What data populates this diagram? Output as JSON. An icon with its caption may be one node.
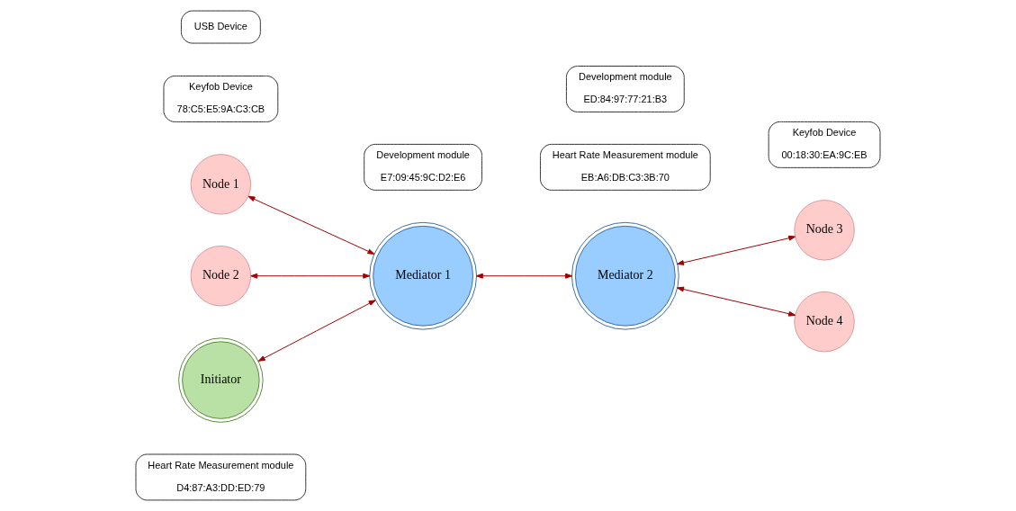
{
  "diagram": {
    "nodes": [
      {
        "text": [
          "Heart Rate Measurement module",
          "D4:87:A3:DD:ED:79"
        ]
      },
      {
        "text": [
          "Node 1"
        ]
      },
      {
        "text": [
          "Node 2"
        ]
      },
      {
        "text": [
          "Keyfob Device",
          "78:C5:E5:9A:C3:CB"
        ]
      },
      {
        "text": [
          "Keyfob Device",
          "00:18:30:EA:9C:EB"
        ]
      },
      {
        "text": [
          "Node 3"
        ]
      },
      {
        "text": [
          "Mediator 1"
        ]
      },
      {
        "text": [
          "Mediator 2"
        ]
      },
      {
        "text": [
          "Heart Rate Measurement module",
          "EB:A6:DB:C3:3B:70"
        ]
      },
      {
        "text": [
          "Node 4"
        ]
      },
      {
        "text": [
          "Development module",
          "E7:09:45:9C:D2:E6"
        ]
      },
      {
        "text": [
          "Development module",
          "ED:84:97:77:21:B3"
        ]
      },
      {
        "text": [
          "USB Device"
        ]
      },
      {
        "text": [
          "Initiator"
        ]
      }
    ],
    "edges": [
      {
        "from": 1,
        "to": 6,
        "arrow": "both"
      },
      {
        "from": 2,
        "to": 6,
        "arrow": "both"
      },
      {
        "from": 6,
        "to": 7,
        "arrow": "both"
      },
      {
        "from": 5,
        "to": 7,
        "arrow": "both"
      },
      {
        "from": 7,
        "to": 9,
        "arrow": "both"
      },
      {
        "from": 13,
        "to": 6,
        "arrow": "both"
      }
    ]
  }
}
